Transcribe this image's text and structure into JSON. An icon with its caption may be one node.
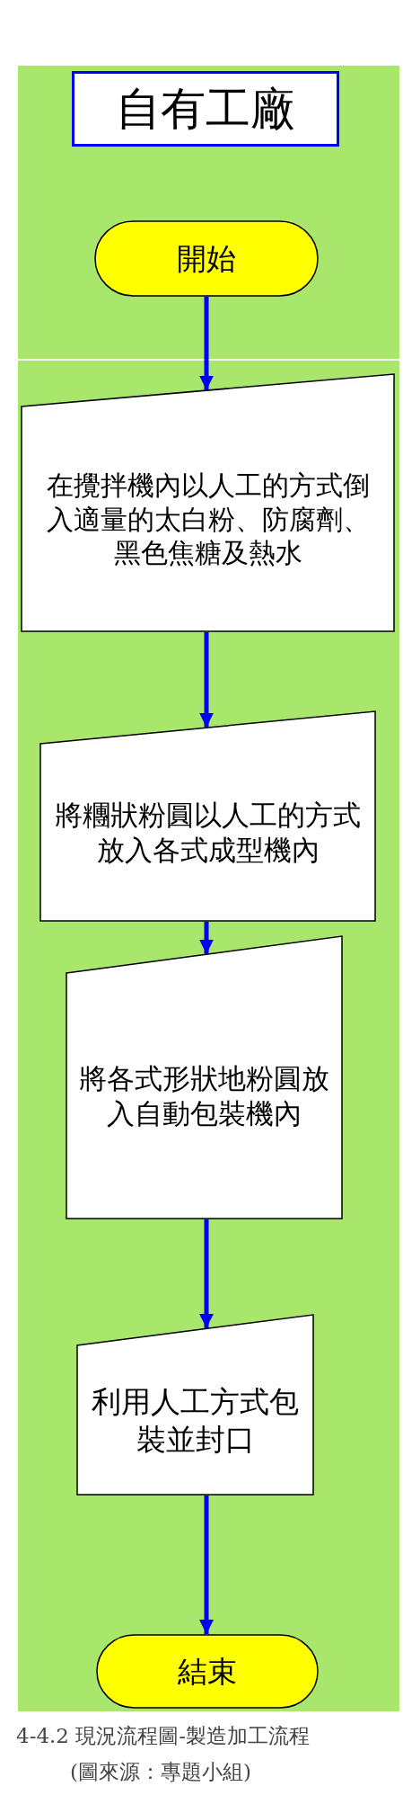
{
  "diagram": {
    "caption": "4-4.2 現況流程圖-製造加工流程",
    "nodes": [
      {
        "text": [
          "自有工廠"
        ]
      },
      {
        "text": [
          "開始"
        ]
      },
      {
        "text": [
          "在攪拌機內以人工的方式倒入適量的太白粉、防腐劑、黑色焦糖及熱水"
        ]
      },
      {
        "text": [
          "將糰狀粉圓以人工的方式放入各式成型機內"
        ]
      },
      {
        "text": [
          "將各式形狀地粉圓放入自動包裝機內"
        ]
      },
      {
        "text": [
          "利用人工方式包裝並封口"
        ]
      },
      {
        "text": [
          "結束"
        ]
      }
    ],
    "edges": [
      {
        "from": 1,
        "to": 2,
        "arrow": "to"
      },
      {
        "from": 2,
        "to": 3,
        "arrow": "to"
      },
      {
        "from": 3,
        "to": 4,
        "arrow": "to"
      },
      {
        "from": 4,
        "to": 5,
        "arrow": "to"
      },
      {
        "from": 5,
        "to": 6,
        "arrow": "to"
      }
    ],
    "labels": [
      "(圖來源：專題小組)"
    ]
  }
}
